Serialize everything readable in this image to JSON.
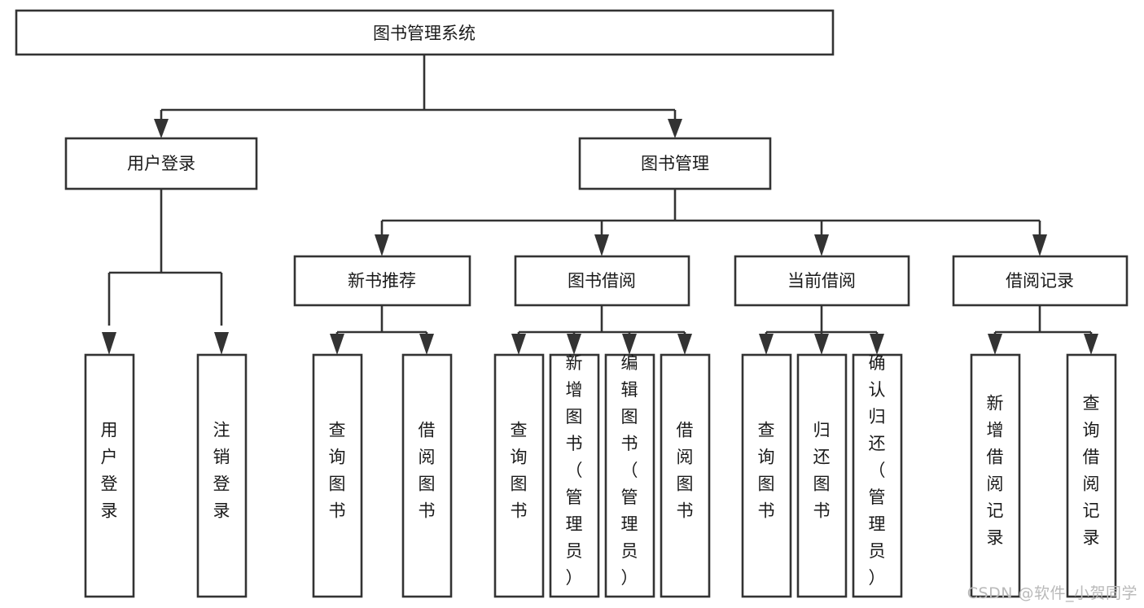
{
  "diagram": {
    "type": "tree-hierarchy",
    "title": "图书管理系统",
    "watermark": "CSDN @软件_小贺同学",
    "colors": {
      "box_stroke": "#333333",
      "box_fill": "#ffffff",
      "text": "#1a1a1a",
      "background": "#ffffff",
      "watermark": "#b9b9b9"
    },
    "root": {
      "label": "图书管理系统"
    },
    "level2": [
      {
        "label": "用户登录"
      },
      {
        "label": "图书管理"
      }
    ],
    "level3": [
      {
        "label": "新书推荐"
      },
      {
        "label": "图书借阅"
      },
      {
        "label": "当前借阅"
      },
      {
        "label": "借阅记录"
      }
    ],
    "leaves": {
      "user_login": [
        {
          "label": "用户登录"
        },
        {
          "label": "注销登录"
        }
      ],
      "new_book_recommend": [
        {
          "label": "查询图书"
        },
        {
          "label": "借阅图书"
        }
      ],
      "book_borrow": [
        {
          "label": "查询图书"
        },
        {
          "label": "新增图书（管理员）"
        },
        {
          "label": "编辑图书（管理员）"
        },
        {
          "label": "借阅图书"
        }
      ],
      "current_borrow": [
        {
          "label": "查询图书"
        },
        {
          "label": "归还图书"
        },
        {
          "label": "确认归还（管理员）"
        }
      ],
      "borrow_record": [
        {
          "label": "新增借阅记录"
        },
        {
          "label": "查询借阅记录"
        }
      ]
    }
  }
}
